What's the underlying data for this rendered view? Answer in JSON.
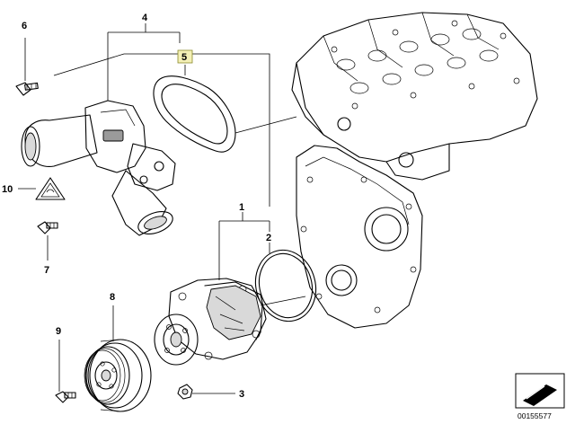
{
  "diagram": {
    "callouts": [
      {
        "id": "1",
        "label": "1"
      },
      {
        "id": "2",
        "label": "2"
      },
      {
        "id": "3",
        "label": "3"
      },
      {
        "id": "4",
        "label": "4"
      },
      {
        "id": "5",
        "label": "5",
        "highlighted": true
      },
      {
        "id": "6",
        "label": "6"
      },
      {
        "id": "7",
        "label": "7"
      },
      {
        "id": "8",
        "label": "8"
      },
      {
        "id": "9",
        "label": "9"
      },
      {
        "id": "10",
        "label": "10"
      }
    ],
    "diagram_number": "00155577",
    "highlight_color": "#f4f0b6",
    "line_color": "#000000",
    "background": "#ffffff"
  }
}
